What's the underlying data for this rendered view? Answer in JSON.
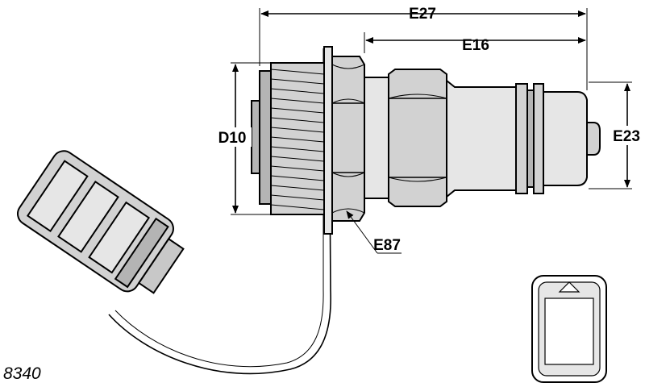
{
  "dimensions": {
    "overall_length": "E27",
    "body_length": "E16",
    "thread_diameter": "D10",
    "tip_diameter": "E23",
    "hex_size": "E87"
  },
  "drawing_number": "8340",
  "colors": {
    "line": "#000000",
    "fill_light": "#e6e6e6",
    "fill_mid": "#d2d2d2",
    "fill_dark": "#b4b4b4",
    "background": "#ffffff"
  },
  "icons": [
    "dust-cap-symbol-icon"
  ]
}
